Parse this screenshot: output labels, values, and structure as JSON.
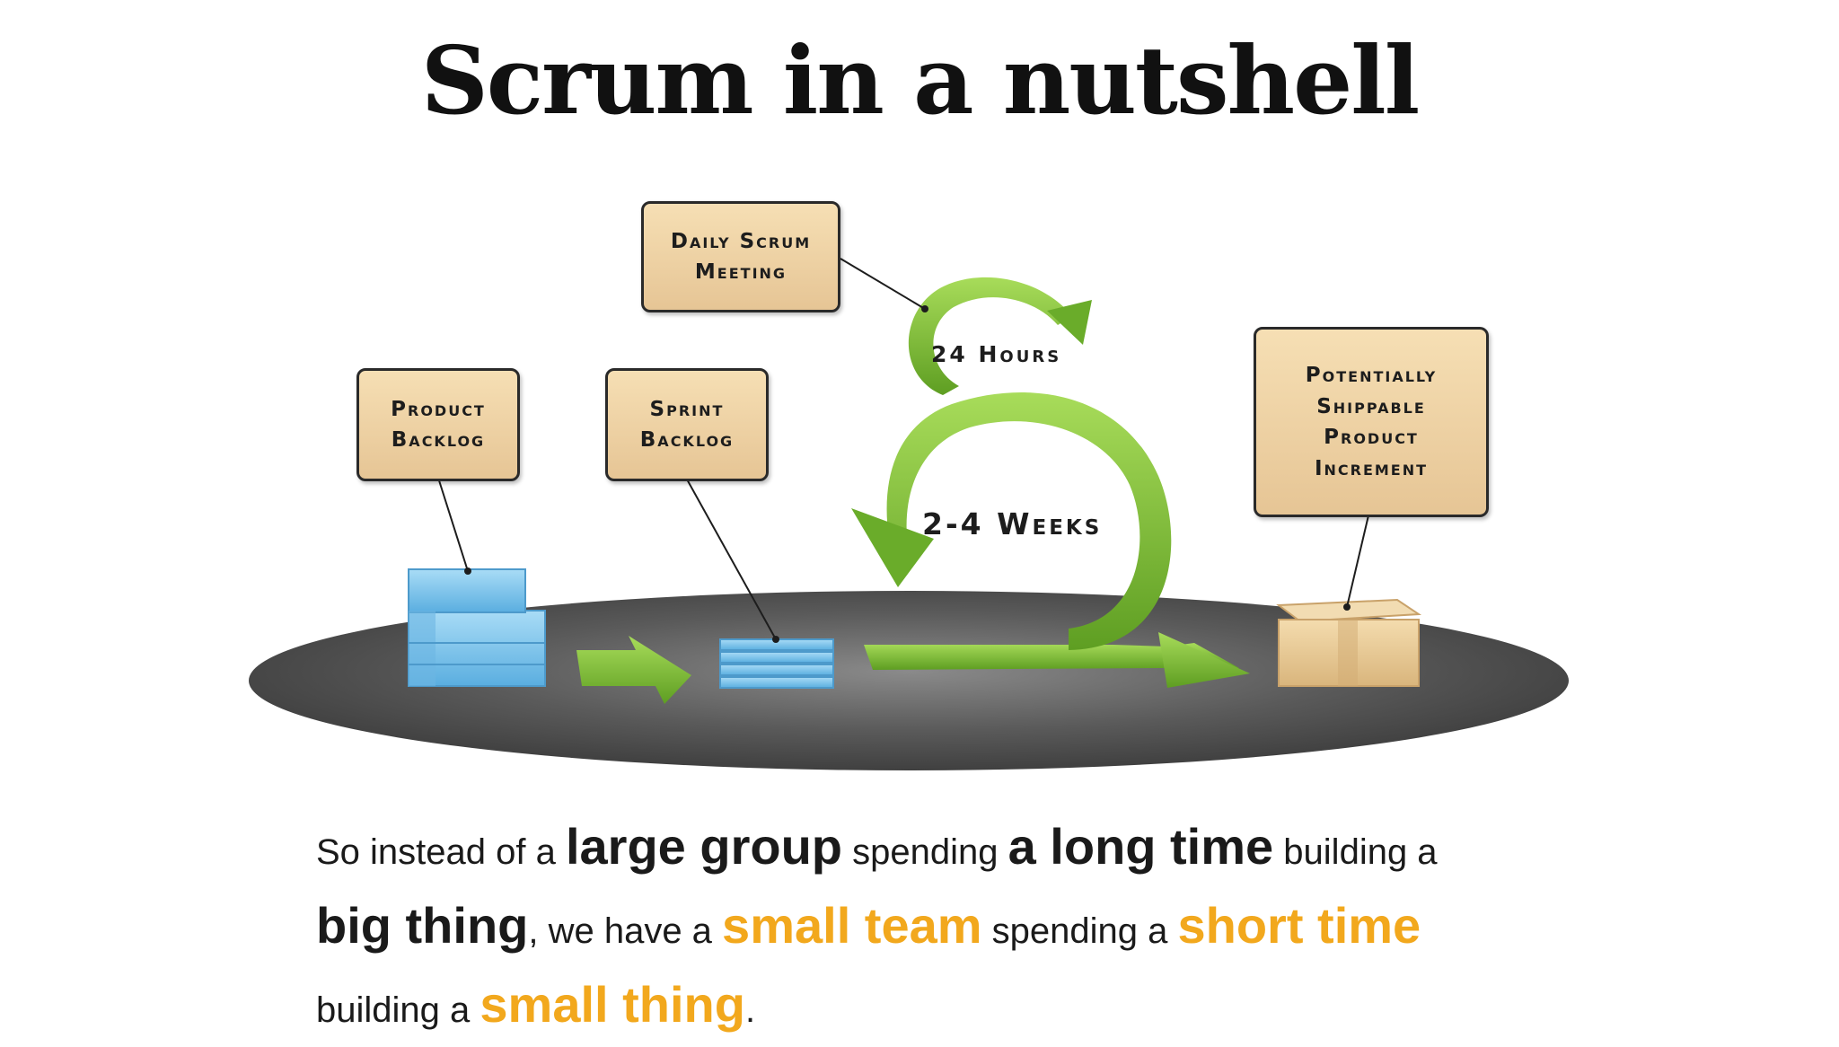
{
  "title": "Scrum in a nutshell",
  "diagram": {
    "boxes": {
      "product_backlog": "Product\nBacklog",
      "sprint_backlog": "Sprint\nBacklog",
      "daily_scrum": "Daily Scrum\nMeeting",
      "increment": "Potentially\nShippable\nProduct\nIncrement"
    },
    "cycle_labels": {
      "day": "24 Hours",
      "sprint": "2-4 Weeks"
    },
    "colors": {
      "arrow_green": "#7cbf3a",
      "box_fill": "#f0d5a6",
      "platform": "#555555",
      "backlog_blue": "#7ec3ea"
    }
  },
  "caption": {
    "p1": "So instead of a ",
    "h1": "large group",
    "p2": " spending ",
    "h2": "a long time",
    "p3": " building a ",
    "h3": "big thing",
    "p4": ", we have a ",
    "h4": "small team",
    "p5": " spending a ",
    "h5": "short time",
    "p6": " building a ",
    "h6": "small thing",
    "p7": ".",
    "highlight_color": "#f2a81d"
  }
}
